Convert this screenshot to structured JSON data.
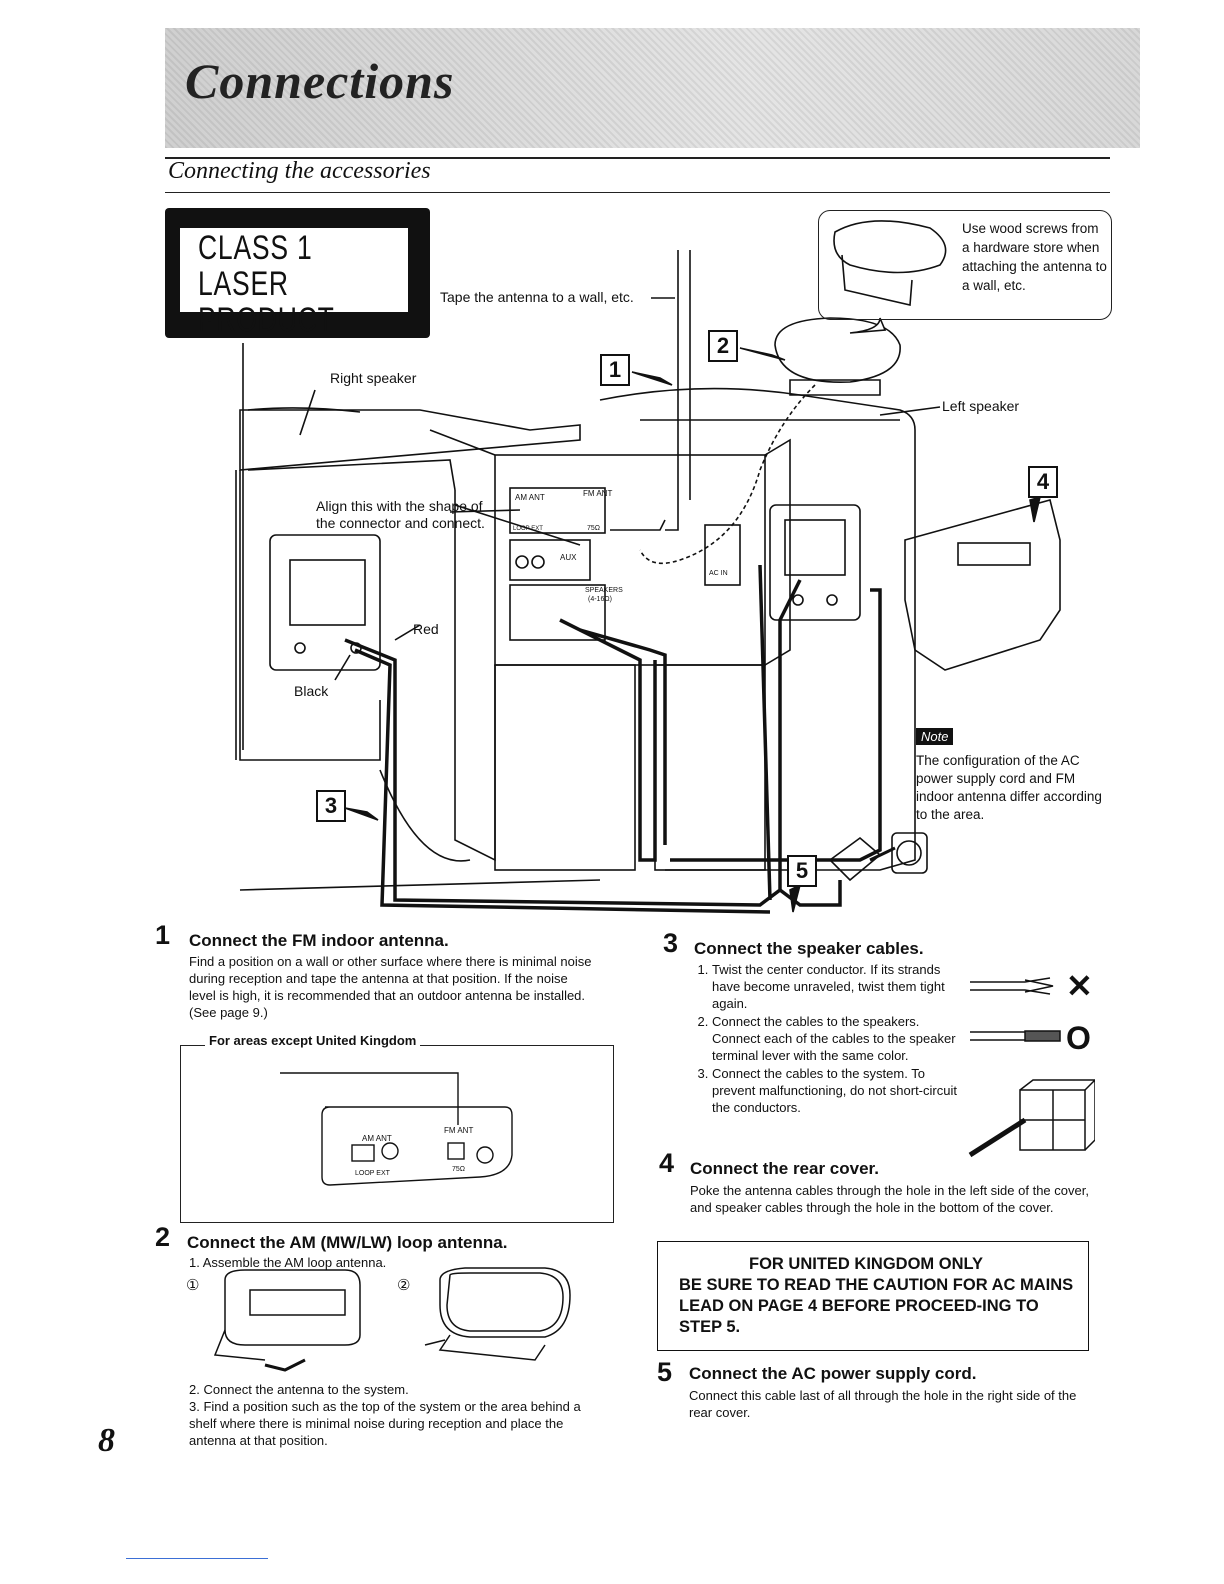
{
  "header": {
    "title": "Connections"
  },
  "section": {
    "title": "Connecting the accessories"
  },
  "laser_label": {
    "line1": "CLASS 1",
    "line2": "LASER PRODUCT"
  },
  "diagram": {
    "tape_label": "Tape the antenna to a wall, etc.",
    "right_speaker": "Right speaker",
    "left_speaker": "Left speaker",
    "align_label": "Align this with the shape of the connector and connect.",
    "red_label": "Red",
    "black_label": "Black",
    "callout_text": "Use wood screws from a hardware store when attaching the antenna to a wall, etc.",
    "note_badge": "Note",
    "note_text": "The configuration of the AC power supply cord and FM indoor antenna differ according to the area.",
    "panel_labels": {
      "am_ant": "AM ANT",
      "fm_ant": "FM ANT",
      "loop_ext": "LOOP EXT",
      "ohm75": "75Ω",
      "aux": "AUX",
      "speakers": "SPEAKERS",
      "speakers_ohm": "(4-16Ω)",
      "ac_in": "AC IN"
    },
    "step_badges": [
      "1",
      "2",
      "3",
      "4",
      "5"
    ]
  },
  "steps": {
    "s1": {
      "num": "1",
      "title": "Connect the FM indoor antenna.",
      "body": "Find a position on a wall or other surface where there is minimal noise during reception and tape the antenna at that position. If the noise level is high, it is recommended that an outdoor antenna be installed. (See page 9.)",
      "areas_label": "For areas except United Kingdom",
      "inset_labels": {
        "am_ant": "AM ANT",
        "fm_ant": "FM ANT",
        "loop_ext": "LOOP EXT",
        "ohm75": "75Ω"
      }
    },
    "s2": {
      "num": "2",
      "title": "Connect the AM (MW/LW) loop antenna.",
      "item1": "1. Assemble the AM loop antenna.",
      "circle1": "①",
      "circle2": "②",
      "item2": "2. Connect the antenna to the system.",
      "item3": "3. Find a position such as the top of the system or the area behind a shelf where there is minimal noise during reception and place the antenna at that position."
    },
    "s3": {
      "num": "3",
      "title": "Connect the speaker cables.",
      "items": [
        "Twist the center conductor. If its strands have become unraveled, twist them tight again.",
        "Connect the cables to the speakers. Connect each of the cables to the speaker terminal lever with the same color.",
        "Connect the cables to the system. To prevent malfunctioning, do not short-circuit the conductors."
      ],
      "mark_bad": "✕",
      "mark_good": "O"
    },
    "s4": {
      "num": "4",
      "title": "Connect the rear cover.",
      "body": "Poke the antenna cables through the hole in the left side of the cover, and speaker cables through the hole in the bottom of the cover."
    },
    "uk_notice": {
      "line1": "FOR UNITED KINGDOM ONLY",
      "line2": "BE SURE TO READ THE CAUTION FOR AC MAINS LEAD ON PAGE 4 BEFORE PROCEED-ING TO STEP 5."
    },
    "s5": {
      "num": "5",
      "title": "Connect the AC power supply cord.",
      "body": "Connect this cable last of all through the hole in the right side of the rear cover."
    }
  },
  "page_number": "8"
}
